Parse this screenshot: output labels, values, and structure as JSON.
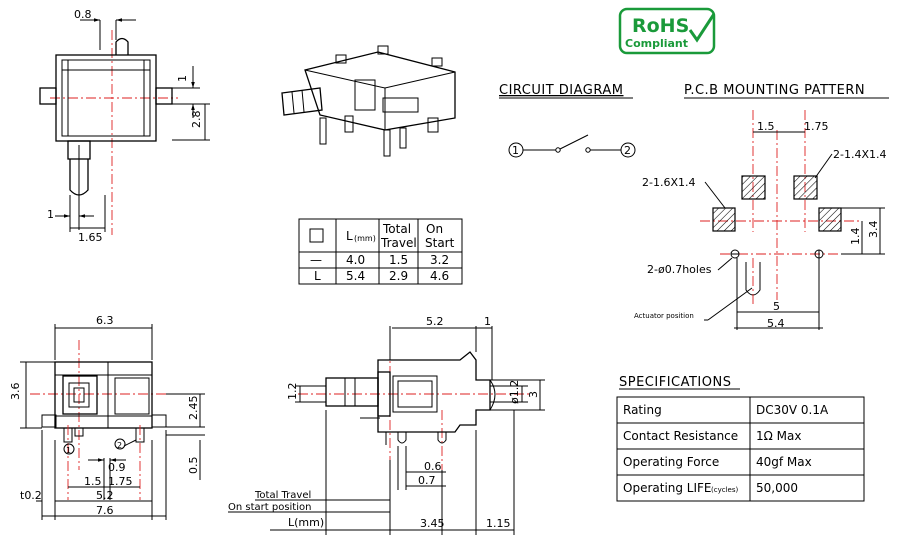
{
  "rohs": {
    "line1": "RoHS",
    "line2": "Compliant"
  },
  "headings": {
    "circuit": "CIRCUIT DIAGRAM",
    "pcb": "P.C.B MOUNTING PATTERN",
    "specs": "SPECIFICATIONS"
  },
  "circuit": {
    "terminal1": "1",
    "terminal2": "2"
  },
  "pcb": {
    "dim_1_5": "1.5",
    "dim_1_75": "1.75",
    "pad_large": "2-1.4X1.4",
    "pad_small": "2-1.6X1.4",
    "dim_3_4": "3.4",
    "dim_1_4": "1.4",
    "holes": "2-ø0.7holes",
    "actuator": "Actuator position",
    "dim_5": "5",
    "dim_5_4": "5.4"
  },
  "travel_table": {
    "header_l": "L",
    "header_l_unit": "(mm)",
    "header_total": [
      "Total",
      "Travel"
    ],
    "header_on": [
      "On",
      "Start"
    ],
    "rows": [
      {
        "type": "—",
        "l": "4.0",
        "total": "1.5",
        "on": "3.2"
      },
      {
        "type": "L",
        "l": "5.4",
        "total": "2.9",
        "on": "4.6"
      }
    ]
  },
  "specs_table": [
    {
      "label": "Rating",
      "value": "DC30V 0.1A"
    },
    {
      "label": "Contact Resistance",
      "value": "1Ω Max"
    },
    {
      "label": "Operating Force",
      "value": "40gf Max"
    },
    {
      "label": "Operating LIFE",
      "label_sub": "(cycles)",
      "value": "50,000"
    }
  ],
  "top_left_view": {
    "dim_0_8": "0.8",
    "dim_1": "1",
    "dim_2_8": "2.8",
    "dim_1_b": "1",
    "dim_1_65": "1.65"
  },
  "bottom_left_view": {
    "dim_6_3": "6.3",
    "dim_3_6": "3.6",
    "dim_2_45": "2.45",
    "dim_0_5": "0.5",
    "dim_0_9": "0.9",
    "dim_1_5": "1.5",
    "dim_1_75": "1.75",
    "dim_5_2": "5.2",
    "dim_7_6": "7.6",
    "dim_t0_2": "t0.2",
    "pin1": "1",
    "pin2": "2"
  },
  "bottom_mid_view": {
    "dim_5_2": "5.2",
    "dim_1": "1",
    "dim_1_2": "1.2",
    "dim_phi_1_2": "ø1.2",
    "dim_3": "3",
    "dim_0_6": "0.6",
    "dim_0_7": "0.7",
    "total_travel": "Total Travel",
    "on_start": "On start position",
    "l_mm": "L(mm)",
    "dim_3_45": "3.45",
    "dim_1_15": "1.15"
  }
}
